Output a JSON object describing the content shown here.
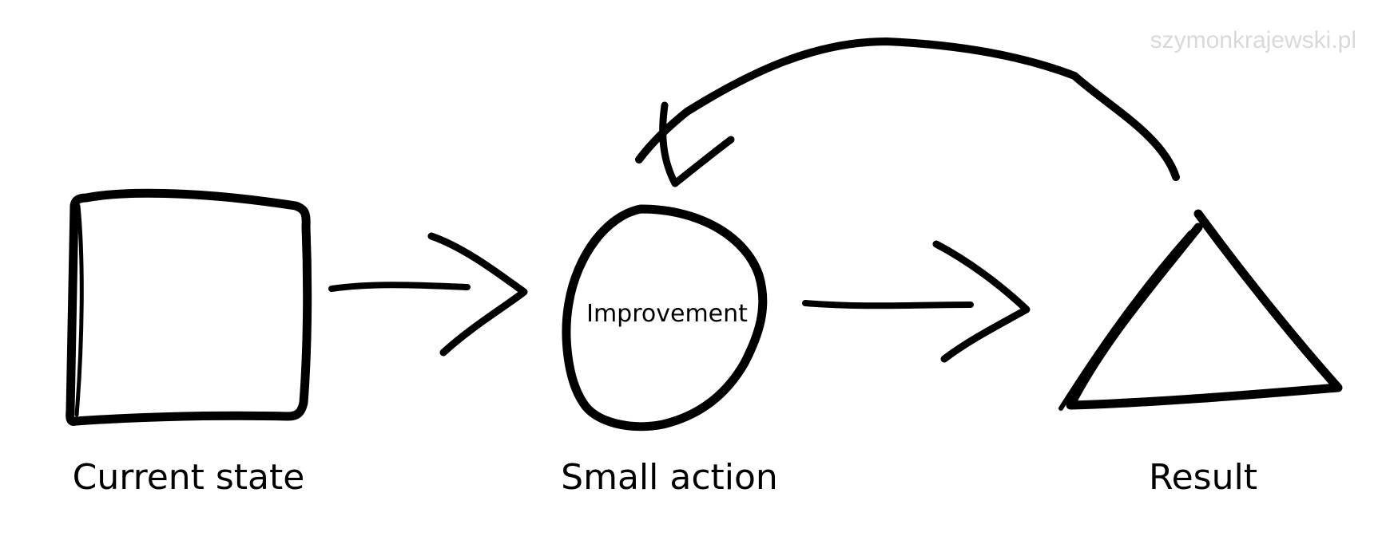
{
  "watermark": "szymonkrajewski.pl",
  "nodes": {
    "current_state": {
      "label": "Current state"
    },
    "small_action": {
      "label": "Small action",
      "inner_label": "Improvement"
    },
    "result": {
      "label": "Result"
    }
  },
  "colors": {
    "ink": "#000000",
    "watermark": "#d9d9d9",
    "background": "#ffffff"
  }
}
